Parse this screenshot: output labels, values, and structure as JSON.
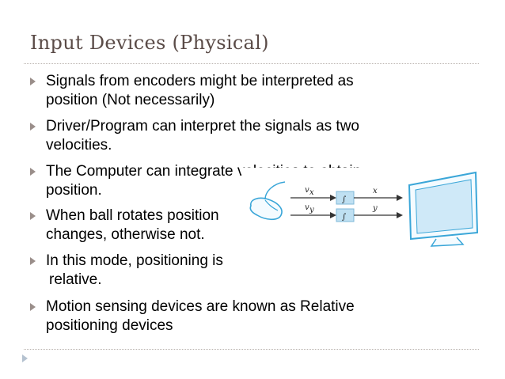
{
  "slide": {
    "title": "Input Devices (Physical)",
    "bullets": [
      {
        "lines": [
          "Signals from encoders might be interpreted as",
          "position (Not necessarily)"
        ]
      },
      {
        "lines": [
          "Driver/Program can interpret the signals as two",
          "velocities."
        ]
      },
      {
        "lines": [
          "The Computer can integrate velocities to obtain",
          "position."
        ]
      },
      {
        "lines": [
          "When ball rotates position",
          " changes, otherwise not."
        ]
      },
      {
        "lines": [
          "In this mode, positioning is",
          "relative."
        ]
      },
      {
        "lines": [
          "Motion sensing devices are known as Relative",
          "positioning devices"
        ]
      }
    ]
  },
  "figure": {
    "labels": {
      "vx": "v",
      "vx_sub": "x",
      "vy": "v",
      "vy_sub": "y",
      "integral1": "∫",
      "integral2": "∫",
      "out_x": "x",
      "out_y": "y"
    },
    "colors": {
      "device_outline": "#3aa6d8",
      "integrator_fill": "#bfe0f2",
      "monitor_screen": "#cfe9f8",
      "arrow": "#333333"
    }
  }
}
